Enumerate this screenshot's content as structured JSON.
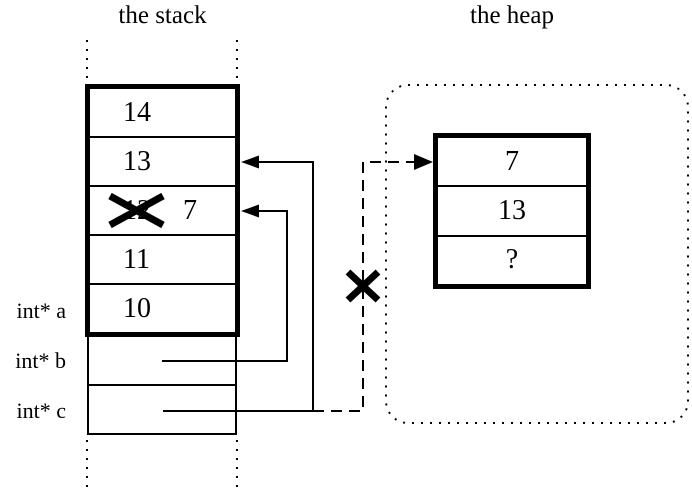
{
  "stack": {
    "title": "the stack",
    "cells": [
      "14",
      "13",
      "12",
      "11",
      "10"
    ],
    "overwrite_value": "7",
    "labels": [
      "int* a",
      "int* b",
      "int* c"
    ]
  },
  "heap": {
    "title": "the heap",
    "cells": [
      "7",
      "13",
      "?"
    ]
  },
  "colors": {
    "ink": "#000000",
    "background": "#ffffff"
  }
}
